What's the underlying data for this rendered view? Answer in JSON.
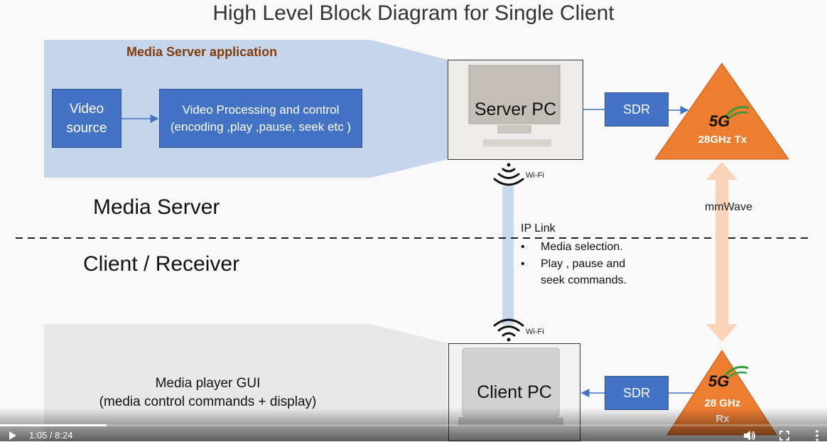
{
  "slide": {
    "title": "High Level Block Diagram for Single Client",
    "app_label": "Media Server application",
    "video_source": "Video\nsource",
    "video_processing": "Video Processing and control\n(encoding ,play ,pause, seek etc )",
    "server_pc": "Server PC",
    "client_pc": "Client PC",
    "sdr_top": "SDR",
    "sdr_bottom": "SDR",
    "tx_5g": "5G",
    "tx_label": "28GHz Tx",
    "rx_5g": "5G",
    "rx_label": "28 GHz\nRx",
    "wifi_top": "Wi-Fi",
    "wifi_bottom": "Wi-Fi",
    "media_server_label": "Media Server",
    "client_label": "Client / Receiver",
    "mmwave": "mmWave",
    "ip_link": "IP Link",
    "ip_bullets": [
      "Media selection.",
      "Play , pause and\nseek commands."
    ],
    "gui_label": "Media player GUI\n(media control commands + display)"
  },
  "player": {
    "time": "1:05 / 8:24",
    "progress_fraction": 0.129,
    "play_icon": "play-icon",
    "volume_icon": "volume-icon",
    "fullscreen_icon": "fullscreen-icon",
    "more_icon": "more-vert-icon"
  },
  "colors": {
    "blue_box": "#4472c4",
    "orange_triangle": "#ed7d31",
    "app_label": "#843c0c",
    "server_panel": "#c5d5ec",
    "client_panel": "#e8e8e8"
  }
}
